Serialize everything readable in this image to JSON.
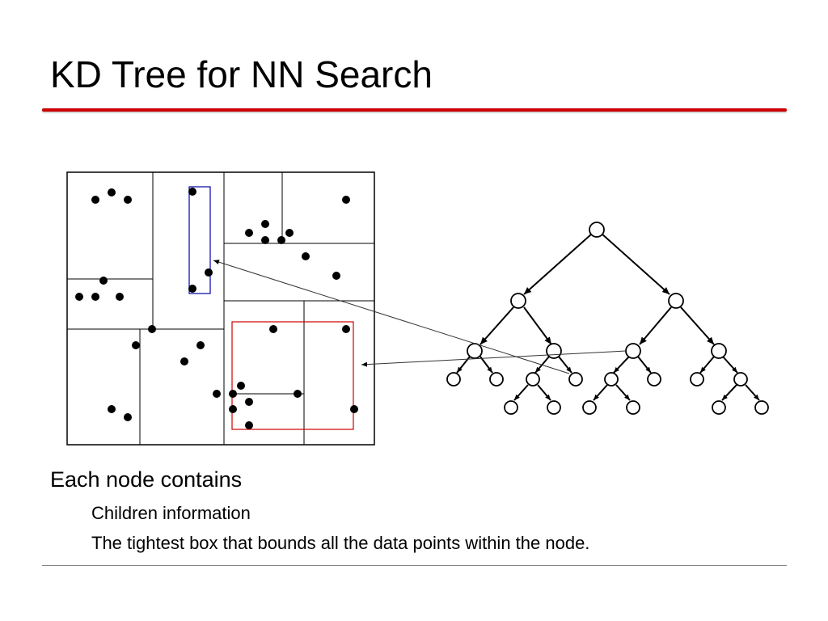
{
  "title": "KD Tree for NN Search",
  "colors": {
    "accent_rule": "#cc0000",
    "query_box": "#cc0000",
    "node_box": "#0000aa"
  },
  "body": {
    "heading": "Each node contains",
    "items": [
      "Children information",
      "The tightest box that bounds all the data points within the node."
    ]
  }
}
